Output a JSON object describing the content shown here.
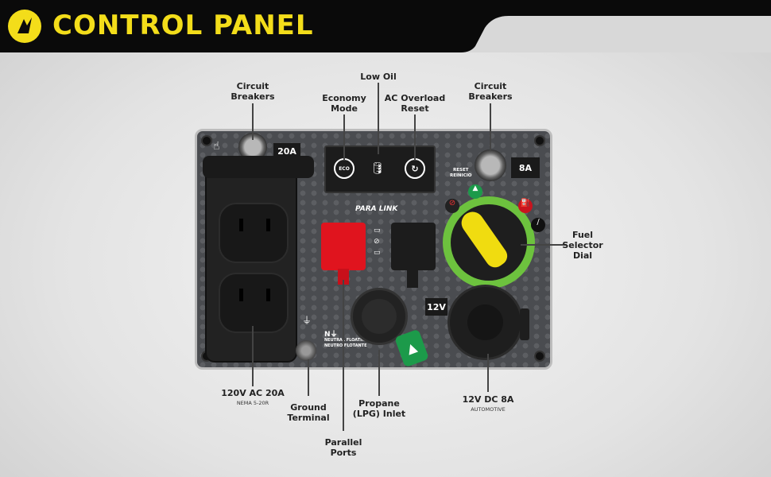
{
  "header": {
    "title": "CONTROL PANEL"
  },
  "panel": {
    "left_breaker_rating": "20A",
    "right_breaker_rating": "8A",
    "reset_text": "RESET",
    "reinicio_text": "REINICIO",
    "eco_text": "ECO",
    "paralink_logo": "PARA LINK",
    "neutral_text_1": "NEUTRAL FLOATING",
    "neutral_text_2": "NEUTRO FLOTANTE",
    "twelve_v_tag": "12V"
  },
  "callouts": {
    "circuit_breakers_left": [
      "Circuit",
      "Breakers"
    ],
    "economy_mode": [
      "Economy",
      "Mode"
    ],
    "low_oil": "Low Oil",
    "ac_overload_reset": [
      "AC Overload",
      "Reset"
    ],
    "circuit_breakers_right": [
      "Circuit",
      "Breakers"
    ],
    "fuel_selector_dial": [
      "Fuel",
      "Selector",
      "Dial"
    ],
    "ac_outlet": {
      "title": "120V AC 20A",
      "sub": "NEMA 5-20R"
    },
    "ground_terminal": [
      "Ground",
      "Terminal"
    ],
    "parallel_ports": [
      "Parallel",
      "Ports"
    ],
    "propane_inlet": [
      "Propane",
      "(LPG) Inlet"
    ],
    "dc_outlet": {
      "title": "12V DC 8A",
      "sub": "AUTOMOTIVE"
    }
  },
  "colors": {
    "brand_yellow": "#f3dd1a",
    "header_black": "#0a0a0a",
    "dial_green": "#6dc23e",
    "port_red": "#e0141e",
    "propane_green": "#1c9a4a"
  }
}
